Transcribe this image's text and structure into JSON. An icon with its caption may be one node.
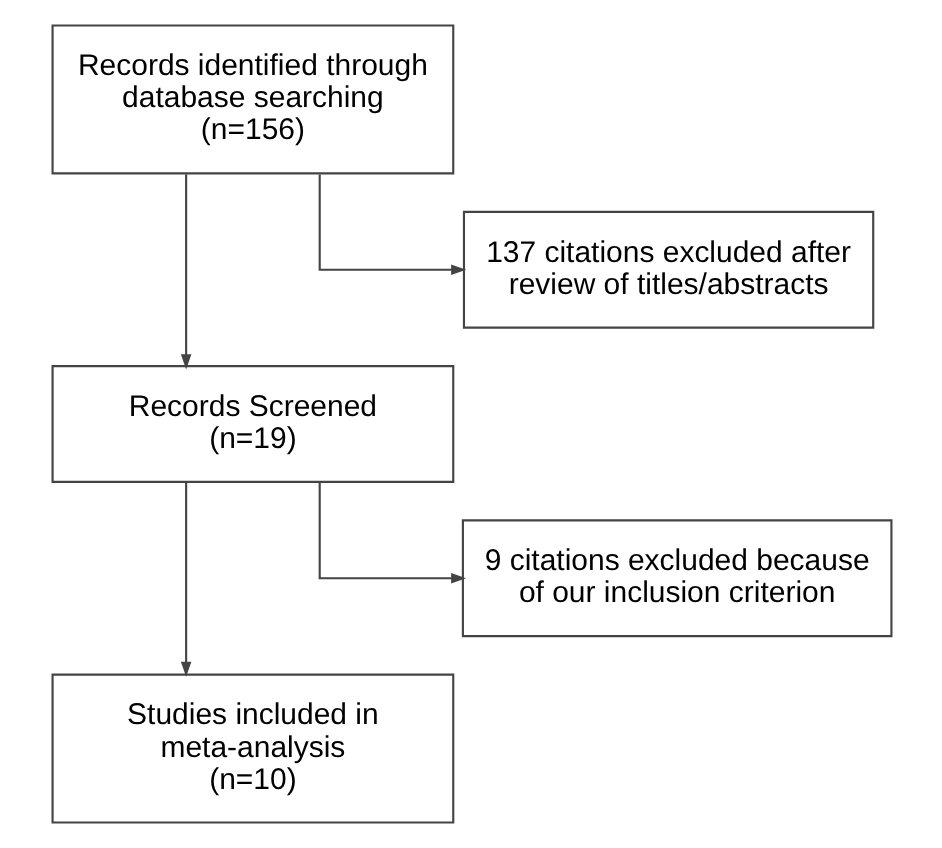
{
  "diagram": {
    "nodes": [
      {
        "text": [
          "Records identified through database searching",
          "(n=156)"
        ]
      },
      {
        "text": [
          "137 citations excluded after review of titles/abstracts"
        ]
      },
      {
        "text": [
          "Records Screened",
          "(n=19)"
        ]
      },
      {
        "text": [
          "9 citations excluded because of our inclusion criterion"
        ]
      },
      {
        "text": [
          "Studies included in meta-analysis",
          "(n=10)"
        ]
      }
    ],
    "edges": [
      {
        "from": 0,
        "to": 1,
        "arrow": "to"
      },
      {
        "from": 0,
        "to": 2,
        "arrow": "to"
      },
      {
        "from": 2,
        "to": 3,
        "arrow": "to"
      },
      {
        "from": 2,
        "to": 4,
        "arrow": "to"
      }
    ]
  }
}
